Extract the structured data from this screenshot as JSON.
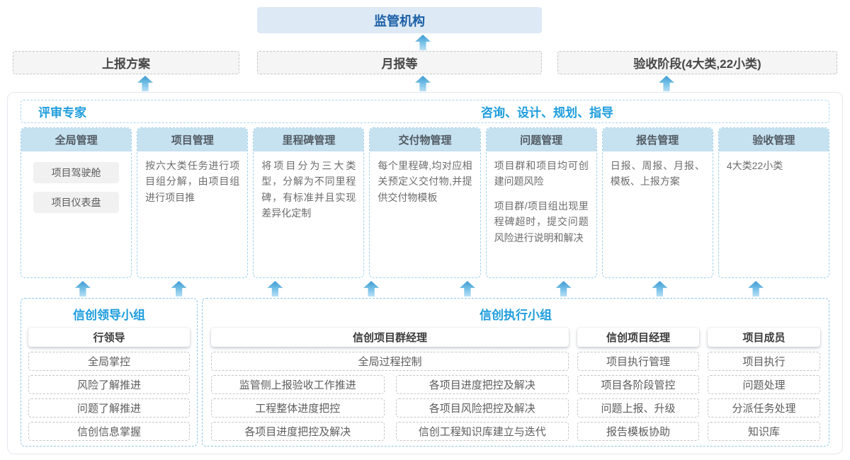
{
  "colors": {
    "accent_blue": "#1e9ddd",
    "dark_blue": "#1a5fa6",
    "regulator_bg": "#dde9f5",
    "column_header_bg": "#c6e1f0",
    "dashed_blue_border": "#a3d1ea",
    "arrow_blue": "#3e9ad2",
    "gray_box_bg": "#f5f5f5"
  },
  "top": {
    "regulator": "监管机构",
    "outputs": [
      "上报方案",
      "月报等",
      "验收阶段(4大类,22小类)"
    ]
  },
  "platform": {
    "experts_label": "评审专家",
    "consult_label": "咨询、设计、规划、指导",
    "columns": [
      {
        "title": "全局管理",
        "buttons": [
          "项目驾驶舱",
          "项目仪表盘"
        ]
      },
      {
        "title": "项目管理",
        "p1": "按六大类任务进行项目组分解，由项目组进行项目推"
      },
      {
        "title": "里程碑管理",
        "p1": "将项目分为三大类型，分解为不同里程碑，有标准并且实现差异化定制"
      },
      {
        "title": "交付物管理",
        "p1": "每个里程碑,均对应相关预定义交付物,并提供交付物模板"
      },
      {
        "title": "问题管理",
        "p1": "项目群和项目均可创建问题风险",
        "p2": "项目群/项目组出现里程碑超时，提交问题风险进行说明和解决"
      },
      {
        "title": "报告管理",
        "p1": "日报、周报、月报、模板、上报方案"
      },
      {
        "title": "验收管理",
        "p1": "4大类22小类"
      }
    ]
  },
  "groups": {
    "leading": {
      "title": "信创领导小组",
      "role": "行领导",
      "items": [
        "全局掌控",
        "风险了解推进",
        "问题了解推进",
        "信创信息掌握"
      ]
    },
    "executing": {
      "title": "信创执行小组",
      "pm_group": {
        "role": "信创项目群经理",
        "full_item": "全局过程控制",
        "left_items": [
          "监管侧上报验收工作推进",
          "工程整体进度把控",
          "各项目进度把控及解决"
        ],
        "right_items": [
          "各项目进度把控及解决",
          "各项目风险把控及解决",
          "信创工程知识库建立与迭代"
        ]
      },
      "project_manager": {
        "role": "信创项目经理",
        "items": [
          "项目执行管理",
          "项目各阶段管控",
          "问题上报、升级",
          "报告模板协助"
        ]
      },
      "members": {
        "role": "项目成员",
        "items": [
          "项目执行",
          "问题处理",
          "分派任务处理",
          "知识库"
        ]
      }
    }
  }
}
